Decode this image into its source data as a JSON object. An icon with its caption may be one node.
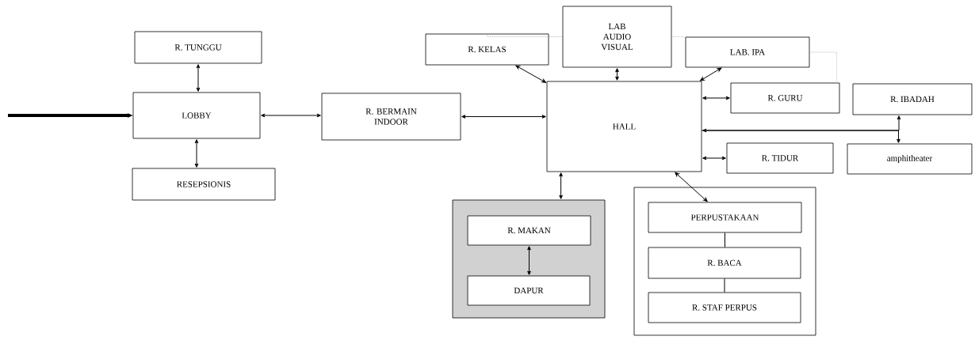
{
  "diagram": {
    "nodes": [
      {
        "text": [
          "R. TUNGGU"
        ]
      },
      {
        "text": [
          "LOBBY"
        ]
      },
      {
        "text": [
          "RESEPSIONIS"
        ]
      },
      {
        "text": [
          "R. BERMAIN INDOOR"
        ]
      },
      {
        "text": [
          "R. KELAS"
        ]
      },
      {
        "text": [
          "LAB AUDIO VISUAL"
        ]
      },
      {
        "text": [
          "LAB. IPA"
        ]
      },
      {
        "text": [
          "HALL"
        ]
      },
      {
        "text": [
          "R. GURU"
        ]
      },
      {
        "text": [
          "R. IBADAH"
        ]
      },
      {
        "text": [
          "R. TIDUR"
        ]
      },
      {
        "text": [
          "amphitheater"
        ]
      },
      {
        "text": [],
        "shape": "box"
      },
      {
        "text": [
          "R. MAKAN"
        ],
        "in": 12
      },
      {
        "text": [
          "DAPUR"
        ],
        "in": 12
      },
      {
        "text": [],
        "shape": "box"
      },
      {
        "text": [
          "PERPUSTAKAAN"
        ],
        "in": 15
      },
      {
        "text": [
          "R. BACA"
        ],
        "in": 15
      },
      {
        "text": [
          "R. STAF PERPUS"
        ],
        "in": 15
      }
    ],
    "edges": [
      {
        "from": null,
        "to": 1,
        "arrow": "to",
        "style": "thick"
      },
      {
        "from": 0,
        "to": 1,
        "arrow": "both"
      },
      {
        "from": 1,
        "to": 2,
        "arrow": "both"
      },
      {
        "from": 1,
        "to": 3,
        "arrow": "both"
      },
      {
        "from": 3,
        "to": 7,
        "arrow": "both"
      },
      {
        "from": 4,
        "to": 7,
        "arrow": "both"
      },
      {
        "from": 5,
        "to": 7,
        "arrow": "both"
      },
      {
        "from": 6,
        "to": 7,
        "arrow": "both"
      },
      {
        "from": 7,
        "to": 8,
        "arrow": "both"
      },
      {
        "from": 7,
        "to": 9,
        "arrow": "to"
      },
      {
        "from": 7,
        "to": 11,
        "arrow": "both"
      },
      {
        "from": 7,
        "to": 10,
        "arrow": "both"
      },
      {
        "from": 7,
        "to": 12,
        "arrow": "both"
      },
      {
        "from": 7,
        "to": 16,
        "arrow": "both"
      },
      {
        "from": 13,
        "to": 14,
        "arrow": "both"
      },
      {
        "from": 16,
        "to": 17,
        "arrow": "none"
      },
      {
        "from": 17,
        "to": 18,
        "arrow": "none"
      },
      {
        "from": 4,
        "to": 5,
        "arrow": "none",
        "style": "dashed",
        "color": "#999999"
      },
      {
        "from": 5,
        "to": 6,
        "arrow": "none",
        "style": "dashed",
        "color": "#999999"
      },
      {
        "from": 6,
        "to": 8,
        "arrow": "none",
        "style": "dashed",
        "color": "#999999"
      }
    ]
  }
}
